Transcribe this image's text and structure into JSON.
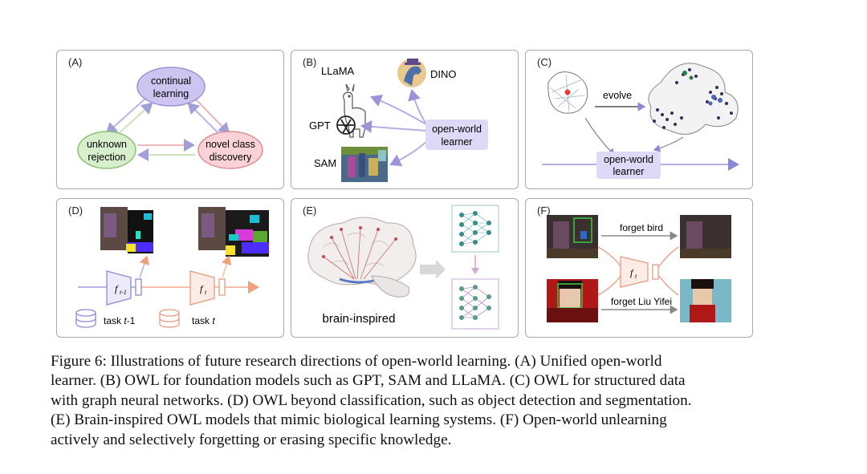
{
  "panels": {
    "a": {
      "label": "(A)",
      "nodes": {
        "continual": [
          "continual",
          "learning"
        ],
        "unknown": [
          "unknown",
          "rejection"
        ],
        "novel": [
          "novel class",
          "discovery"
        ]
      },
      "colors": {
        "continual": "#cdc5f0",
        "unknown": "#d8efcd",
        "novel": "#f8d2d6"
      }
    },
    "b": {
      "label": "(B)",
      "llama": "LLaMA",
      "dino": "DINO",
      "gpt": "GPT",
      "sam": "SAM",
      "learner": [
        "open-world",
        "learner"
      ],
      "learner_color": "#ddd9f6"
    },
    "c": {
      "label": "(C)",
      "evolve": "evolve",
      "learner": [
        "open-world",
        "learner"
      ]
    },
    "d": {
      "label": "(D)",
      "f_prev": "f",
      "f_prev_sub": "t-1",
      "f_cur": "f",
      "f_cur_sub": "t",
      "task_prev_pre": "task ",
      "task_prev_var": "t",
      "task_prev_post": "-1",
      "task_cur_pre": "task ",
      "task_cur_var": "t"
    },
    "e": {
      "label": "(E)",
      "caption": "brain-inspired"
    },
    "f": {
      "label": "(F)",
      "forget_bird": "forget bird",
      "forget_person": "forget Liu Yifei",
      "f": "f",
      "f_sub": "t"
    }
  },
  "caption": [
    "Figure 6: Illustrations of future research directions of open-world learning. (A) Unified open-world",
    "learner. (B) OWL for foundation models such as GPT, SAM and LLaMA. (C) OWL for structured data",
    "with graph neural networks. (D) OWL beyond classification, such as object detection and segmentation.",
    "(E) Brain-inspired OWL models that mimic biological learning systems. (F) Open-world unlearning",
    "actively and selectively forgetting or erasing specific knowledge."
  ]
}
